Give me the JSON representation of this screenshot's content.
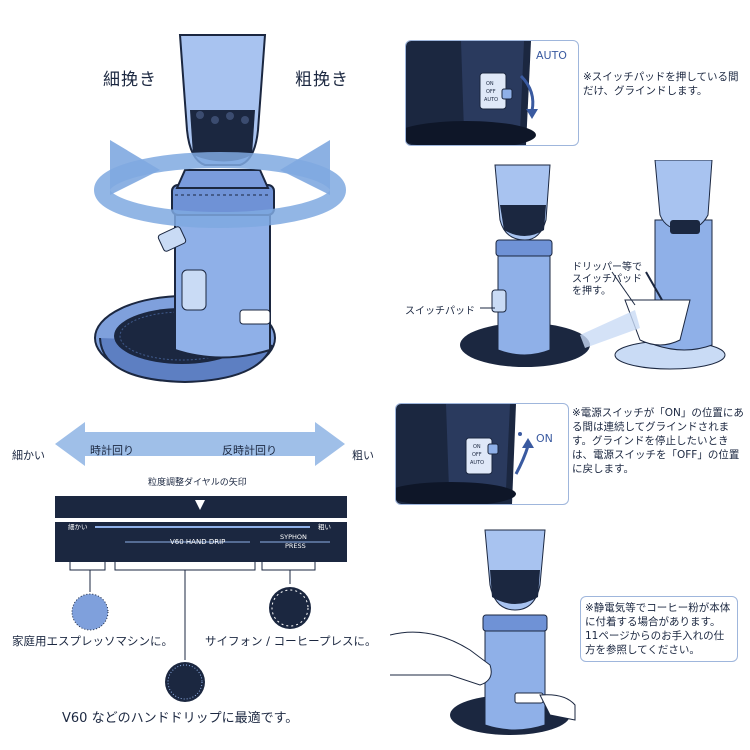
{
  "main_grinder": {
    "fine_label": "細挽き",
    "coarse_label": "粗挽き"
  },
  "auto_panel": {
    "switch_on": "ON",
    "switch_off": "OFF",
    "switch_auto": "AUTO",
    "auto_big": "AUTO",
    "note": "※スイッチパッドを押している間だけ、グラインドします。"
  },
  "dripper_panel": {
    "switch_pad_label": "スイッチパッド",
    "dripper_note": "ドリッパー等で\nスイッチパッド\nを押す。"
  },
  "dial_section": {
    "fine": "細かい",
    "coarse": "粗い",
    "clockwise": "時計回り",
    "counterclockwise": "反時計回り",
    "dial_arrow_label": "粒度調整ダイヤルの矢印",
    "scale_fine": "細かい",
    "scale_coarse": "粗い",
    "v60_label": "V60 HAND DRIP",
    "syphon_label": "SYPHON",
    "press_label": "PRESS",
    "espresso_caption": "家庭用エスプレッソマシンに。",
    "syphon_caption": "サイフォン / コーヒープレスに。",
    "v60_caption": "V60 などのハンドドリップに最適です。"
  },
  "on_panel": {
    "switch_on": "ON",
    "switch_off": "OFF",
    "switch_auto": "AUTO",
    "on_big": "ON",
    "note": "※電源スイッチが「ON」の位置にある間は連続してグラインドされます。グラインドを停止したいときは、電源スイッチを「OFF」の位置に戻します。"
  },
  "static_panel": {
    "note": "※静電気等でコーヒー粉が本体に付着する場合があります。11ページからのお手入れの仕方を参照してください。"
  },
  "colors": {
    "body_blue": "#8fb0e8",
    "dark_navy": "#1b2740",
    "arrow_blue": "#7fa9e0",
    "light_blue": "#c9dbf5"
  }
}
